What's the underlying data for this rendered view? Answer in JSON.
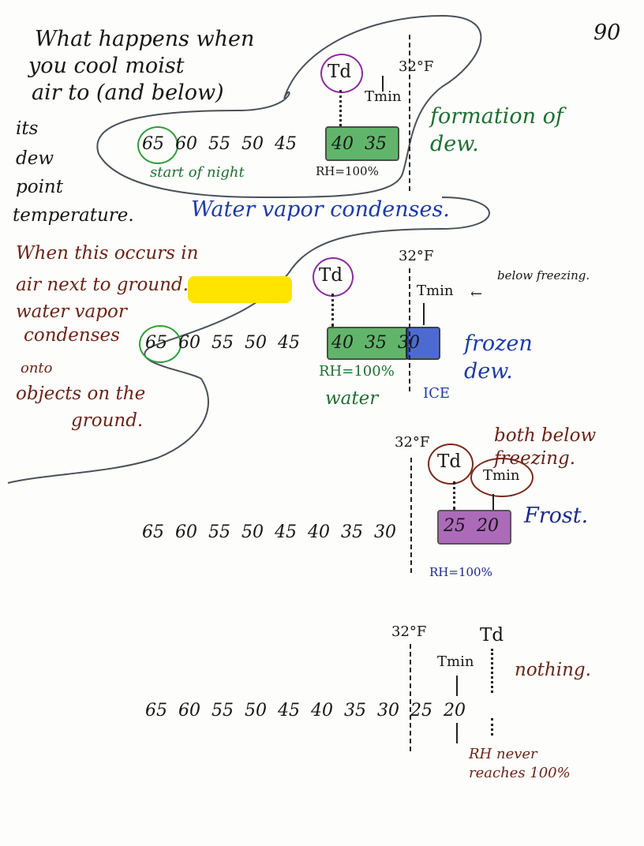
{
  "page_number": "90",
  "intro": {
    "line1": "What happens when",
    "line2": "you cool moist",
    "line3": "air to (and below)",
    "line4": "its",
    "line5": "dew",
    "line6": "point",
    "line7": "temperature.",
    "condenses": "Water vapor condenses."
  },
  "ground_note": {
    "line1": "When this occurs in",
    "line2": "air next to ground.",
    "line3": "water vapor",
    "line4": "condenses",
    "line5": "onto",
    "line6": "objects on the",
    "line7": "ground."
  },
  "scenario1": {
    "temps": [
      "65",
      "60",
      "55",
      "50",
      "45",
      "40",
      "35"
    ],
    "td_label": "Td",
    "tmin_label": "Tmin",
    "freezing_label": "32°F",
    "start_note": "start of night",
    "rh_label": "RH=100%",
    "result": "formation of dew."
  },
  "scenario2": {
    "temps": [
      "65",
      "60",
      "55",
      "50",
      "45",
      "40",
      "35",
      "30"
    ],
    "td_label": "Td",
    "tmin_label": "Tmin",
    "freezing_label": "32°F",
    "tmin_note": "below freezing.",
    "rh_label": "RH=100%",
    "water_label": "water",
    "ice_label": "ICE",
    "result": "frozen dew."
  },
  "scenario3": {
    "temps": [
      "65",
      "60",
      "55",
      "50",
      "45",
      "40",
      "35",
      "30",
      "25",
      "20"
    ],
    "td_label": "Td",
    "tmin_label": "Tmin",
    "freezing_label": "32°F",
    "both_note": "both below freezing.",
    "rh_label": "RH=100%",
    "result": "Frost."
  },
  "scenario4": {
    "temps": [
      "65",
      "60",
      "55",
      "50",
      "45",
      "40",
      "35",
      "30",
      "25",
      "20"
    ],
    "td_label": "Td",
    "tmin_label": "Tmin",
    "freezing_label": "32°F",
    "result": "nothing.",
    "rh_note": "RH never reaches 100%"
  },
  "colors": {
    "green_fill": "#2e9e3a",
    "blue_fill": "#2147c9",
    "purple_fill": "#8a2c9e",
    "highlight": "#ffe400"
  }
}
